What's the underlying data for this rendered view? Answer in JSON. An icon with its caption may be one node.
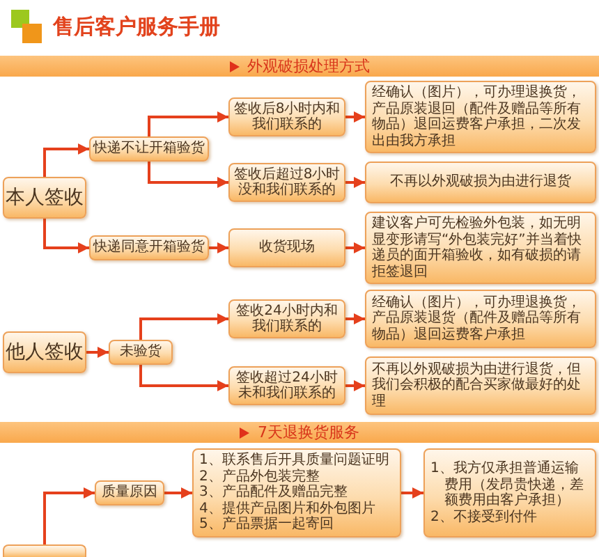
{
  "diagram": {
    "title": "售后客户服务手册",
    "nodes": [
      {
        "text": [
          "外观破损处理方式"
        ]
      },
      {
        "text": [
          "本人签收"
        ]
      },
      {
        "text": [
          "快递不让开箱验货"
        ]
      },
      {
        "text": [
          "签收后8小时内和我们联系的"
        ]
      },
      {
        "text": [
          "经确认（图片），可办理退换货，产品原装退回（配件及赠品等所有物品）退回运费客户承担，二次发出由我方承担"
        ]
      },
      {
        "text": [
          "签收后超过8小时没和我们联系的"
        ]
      },
      {
        "text": [
          "不再以外观破损为由进行退货"
        ]
      },
      {
        "text": [
          "快递同意开箱验货"
        ]
      },
      {
        "text": [
          "收货现场"
        ]
      },
      {
        "text": [
          "建议客户可先检验外包装，如无明显变形请写“外包装完好”并当着快递员的面开箱验收，如有破损的请拒签退回"
        ]
      },
      {
        "text": [
          "他人签收"
        ]
      },
      {
        "text": [
          "未验货"
        ]
      },
      {
        "text": [
          "签收24小时内和我们联系的"
        ]
      },
      {
        "text": [
          "经确认（图片），可办理退换货，产品原装退货（配件及赠品等所有物品）退回运费客户承担"
        ]
      },
      {
        "text": [
          "签收超过24小时未和我们联系的"
        ]
      },
      {
        "text": [
          "不再以外观破损为由进行退货，但我们会积极的配合买家做最好的处理"
        ]
      },
      {
        "text": [
          "7天退换货服务"
        ]
      },
      {
        "text": [
          "质量原因"
        ]
      },
      {
        "text": [
          "1、联系售后开具质量问题证明",
          "2、产品外包装完整",
          "3、产品配件及赠品完整",
          "4、提供产品图片和外包图片",
          "5、产品票据一起寄回"
        ]
      },
      {
        "text": [
          "1、我方仅承担普通运输费用（发昂贵快递，差额费用由客户承担）",
          "2、不接受到付件"
        ]
      },
      {
        "text": [],
        "shape": "box"
      }
    ],
    "edges": [
      {
        "from": 1,
        "to": 2,
        "arrow": "to"
      },
      {
        "from": 1,
        "to": 7,
        "arrow": "to"
      },
      {
        "from": 2,
        "to": 3,
        "arrow": "to"
      },
      {
        "from": 2,
        "to": 5,
        "arrow": "to"
      },
      {
        "from": 7,
        "to": 8,
        "arrow": "to"
      },
      {
        "from": 3,
        "to": 4,
        "arrow": "to"
      },
      {
        "from": 5,
        "to": 6,
        "arrow": "to"
      },
      {
        "from": 8,
        "to": 9,
        "arrow": "to"
      },
      {
        "from": 10,
        "to": 11,
        "arrow": "to"
      },
      {
        "from": 11,
        "to": 12,
        "arrow": "to"
      },
      {
        "from": 11,
        "to": 14,
        "arrow": "to"
      },
      {
        "from": 12,
        "to": 13,
        "arrow": "to"
      },
      {
        "from": 14,
        "to": 15,
        "arrow": "to"
      },
      {
        "from": 20,
        "to": 17,
        "arrow": "to"
      },
      {
        "from": 17,
        "to": 18,
        "arrow": "to"
      },
      {
        "from": 18,
        "to": 19,
        "arrow": "to"
      }
    ]
  }
}
